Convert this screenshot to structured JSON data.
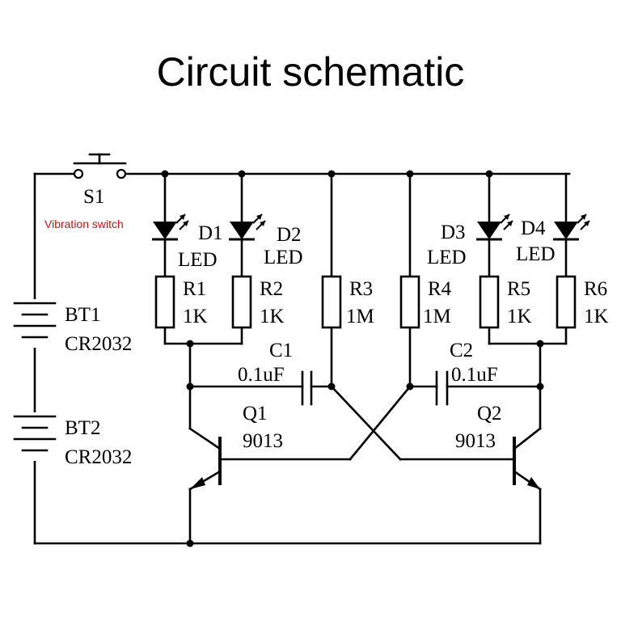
{
  "title": "Circuit schematic",
  "switch": {
    "ref": "S1",
    "note": "Vibration switch"
  },
  "batteries": [
    {
      "ref": "BT1",
      "value": "CR2032"
    },
    {
      "ref": "BT2",
      "value": "CR2032"
    }
  ],
  "leds": [
    {
      "ref": "D1",
      "type": "LED"
    },
    {
      "ref": "D2",
      "type": "LED"
    },
    {
      "ref": "D3",
      "type": "LED"
    },
    {
      "ref": "D4",
      "type": "LED"
    }
  ],
  "resistors": [
    {
      "ref": "R1",
      "value": "1K"
    },
    {
      "ref": "R2",
      "value": "1K"
    },
    {
      "ref": "R3",
      "value": "1M"
    },
    {
      "ref": "R4",
      "value": "1M"
    },
    {
      "ref": "R5",
      "value": "1K"
    },
    {
      "ref": "R6",
      "value": "1K"
    }
  ],
  "capacitors": [
    {
      "ref": "C1",
      "value": "0.1uF"
    },
    {
      "ref": "C2",
      "value": "0.1uF"
    }
  ],
  "transistors": [
    {
      "ref": "Q1",
      "value": "9013"
    },
    {
      "ref": "Q2",
      "value": "9013"
    }
  ],
  "colors": {
    "wire": "#000000",
    "note": "#cc1111",
    "background": "#ffffff"
  }
}
